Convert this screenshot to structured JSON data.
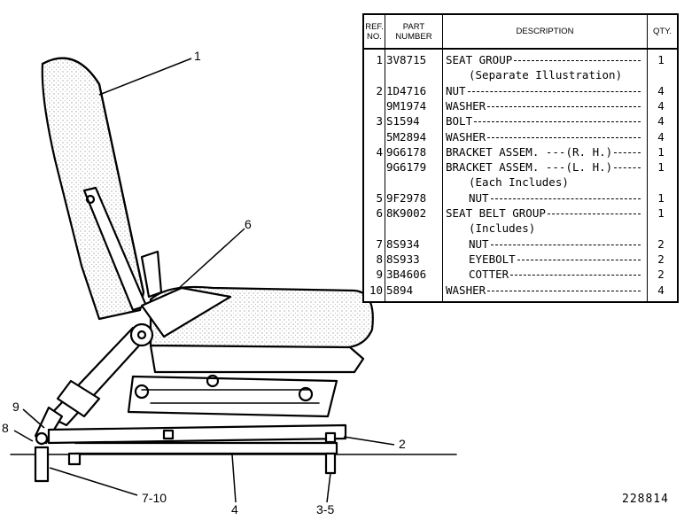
{
  "table": {
    "headers": {
      "ref": "REF.\nNO.",
      "part": "PART\nNUMBER",
      "desc": "DESCRIPTION",
      "qty": "QTY."
    },
    "rows": [
      {
        "ref": "1",
        "part": "3V8715",
        "desc": "SEAT GROUP",
        "qty": "1",
        "leader": true
      },
      {
        "ref": "",
        "part": "",
        "desc": "(Separate Illustration)",
        "indent": true,
        "qty": ""
      },
      {
        "ref": "2",
        "part": "1D4716",
        "desc": "NUT",
        "qty": "4",
        "leader": true
      },
      {
        "ref": "",
        "part": "9M1974",
        "desc": "WASHER",
        "qty": "4",
        "leader": true
      },
      {
        "ref": "3",
        "part": "S1594",
        "desc": "BOLT",
        "qty": "4",
        "leader": true
      },
      {
        "ref": "",
        "part": "5M2894",
        "desc": "WASHER",
        "qty": "4",
        "leader": true
      },
      {
        "ref": "4",
        "part": "9G6178",
        "desc": "BRACKET ASSEM. ---(R. H.)",
        "qty": "1",
        "leader": true
      },
      {
        "ref": "",
        "part": "9G6179",
        "desc": "BRACKET ASSEM. ---(L. H.)",
        "qty": "1",
        "leader": true
      },
      {
        "ref": "",
        "part": "",
        "desc": "(Each Includes)",
        "indent": true,
        "qty": ""
      },
      {
        "ref": "5",
        "part": "9F2978",
        "desc": "NUT",
        "indent": true,
        "qty": "1",
        "leader": true
      },
      {
        "ref": "6",
        "part": "8K9002",
        "desc": "SEAT BELT GROUP",
        "qty": "1",
        "leader": true
      },
      {
        "ref": "",
        "part": "",
        "desc": "(Includes)",
        "indent": true,
        "qty": ""
      },
      {
        "ref": "7",
        "part": "8S934",
        "desc": "NUT",
        "indent": true,
        "qty": "2",
        "leader": true
      },
      {
        "ref": "8",
        "part": "8S933",
        "desc": "EYEBOLT",
        "indent": true,
        "qty": "2",
        "leader": true
      },
      {
        "ref": "9",
        "part": "3B4606",
        "desc": "COTTER",
        "indent": true,
        "qty": "2",
        "leader": true
      },
      {
        "ref": "10",
        "part": "5894",
        "desc": "WASHER",
        "qty": "4",
        "leader": true
      }
    ]
  },
  "callouts": [
    "1",
    "6",
    "9",
    "8",
    "2",
    "7-10",
    "4",
    "3-5"
  ],
  "figure_number": "228814"
}
